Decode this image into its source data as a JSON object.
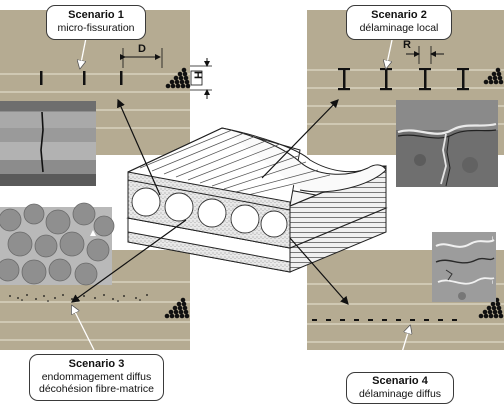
{
  "scenarios": [
    {
      "title": "Scenario 1",
      "subtitle": "micro-fissuration"
    },
    {
      "title": "Scenario 2",
      "subtitle": "délaminage local"
    },
    {
      "title": "Scenario 3",
      "subtitle": "endommagement diffus",
      "subtitle2": "décohésion fibre-matrice"
    },
    {
      "title": "Scenario 4",
      "subtitle": "délaminage diffus"
    }
  ],
  "dimensions": {
    "d_label": "D",
    "h_label": "H",
    "r_label": "R"
  },
  "scale_labels": {
    "top": "~",
    "bottom": "~"
  },
  "colors": {
    "panel": "#b5ab92",
    "panel_line": "#d8d1be",
    "outline": "#333333"
  }
}
